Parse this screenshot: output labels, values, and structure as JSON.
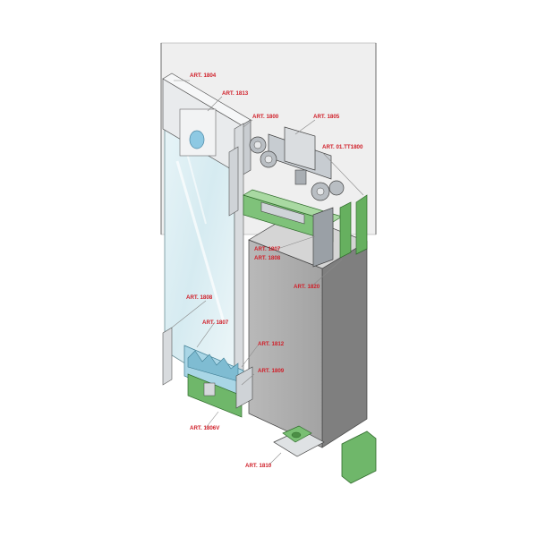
{
  "diagram": {
    "labels": [
      {
        "id": "art-1804",
        "text": "ART. 1804"
      },
      {
        "id": "art-1813",
        "text": "ART. 1813"
      },
      {
        "id": "art-1800",
        "text": "ART. 1800"
      },
      {
        "id": "art-1805",
        "text": "ART. 1805"
      },
      {
        "id": "art-01tt1800",
        "text": "ART. 01.TT1800"
      },
      {
        "id": "art-1807-top",
        "text": "ART. 1807"
      },
      {
        "id": "art-1808-top",
        "text": "ART. 1808"
      },
      {
        "id": "art-1820",
        "text": "ART. 1820"
      },
      {
        "id": "art-1808-bottom",
        "text": "ART. 1808"
      },
      {
        "id": "art-1807-bottom",
        "text": "ART. 1807"
      },
      {
        "id": "art-1812",
        "text": "ART. 1812"
      },
      {
        "id": "art-1809",
        "text": "ART. 1809"
      },
      {
        "id": "art-1806v",
        "text": "ART. 1806V"
      },
      {
        "id": "art-1810",
        "text": "ART. 1810"
      }
    ]
  },
  "colors": {
    "wall": "#c8c8c8",
    "wall_dark": "#8f8f8f",
    "glass": "#dceef3",
    "aluminium": "#e6e8ea",
    "plastic_green": "#6fb76a",
    "label_red": "#d0202a"
  }
}
